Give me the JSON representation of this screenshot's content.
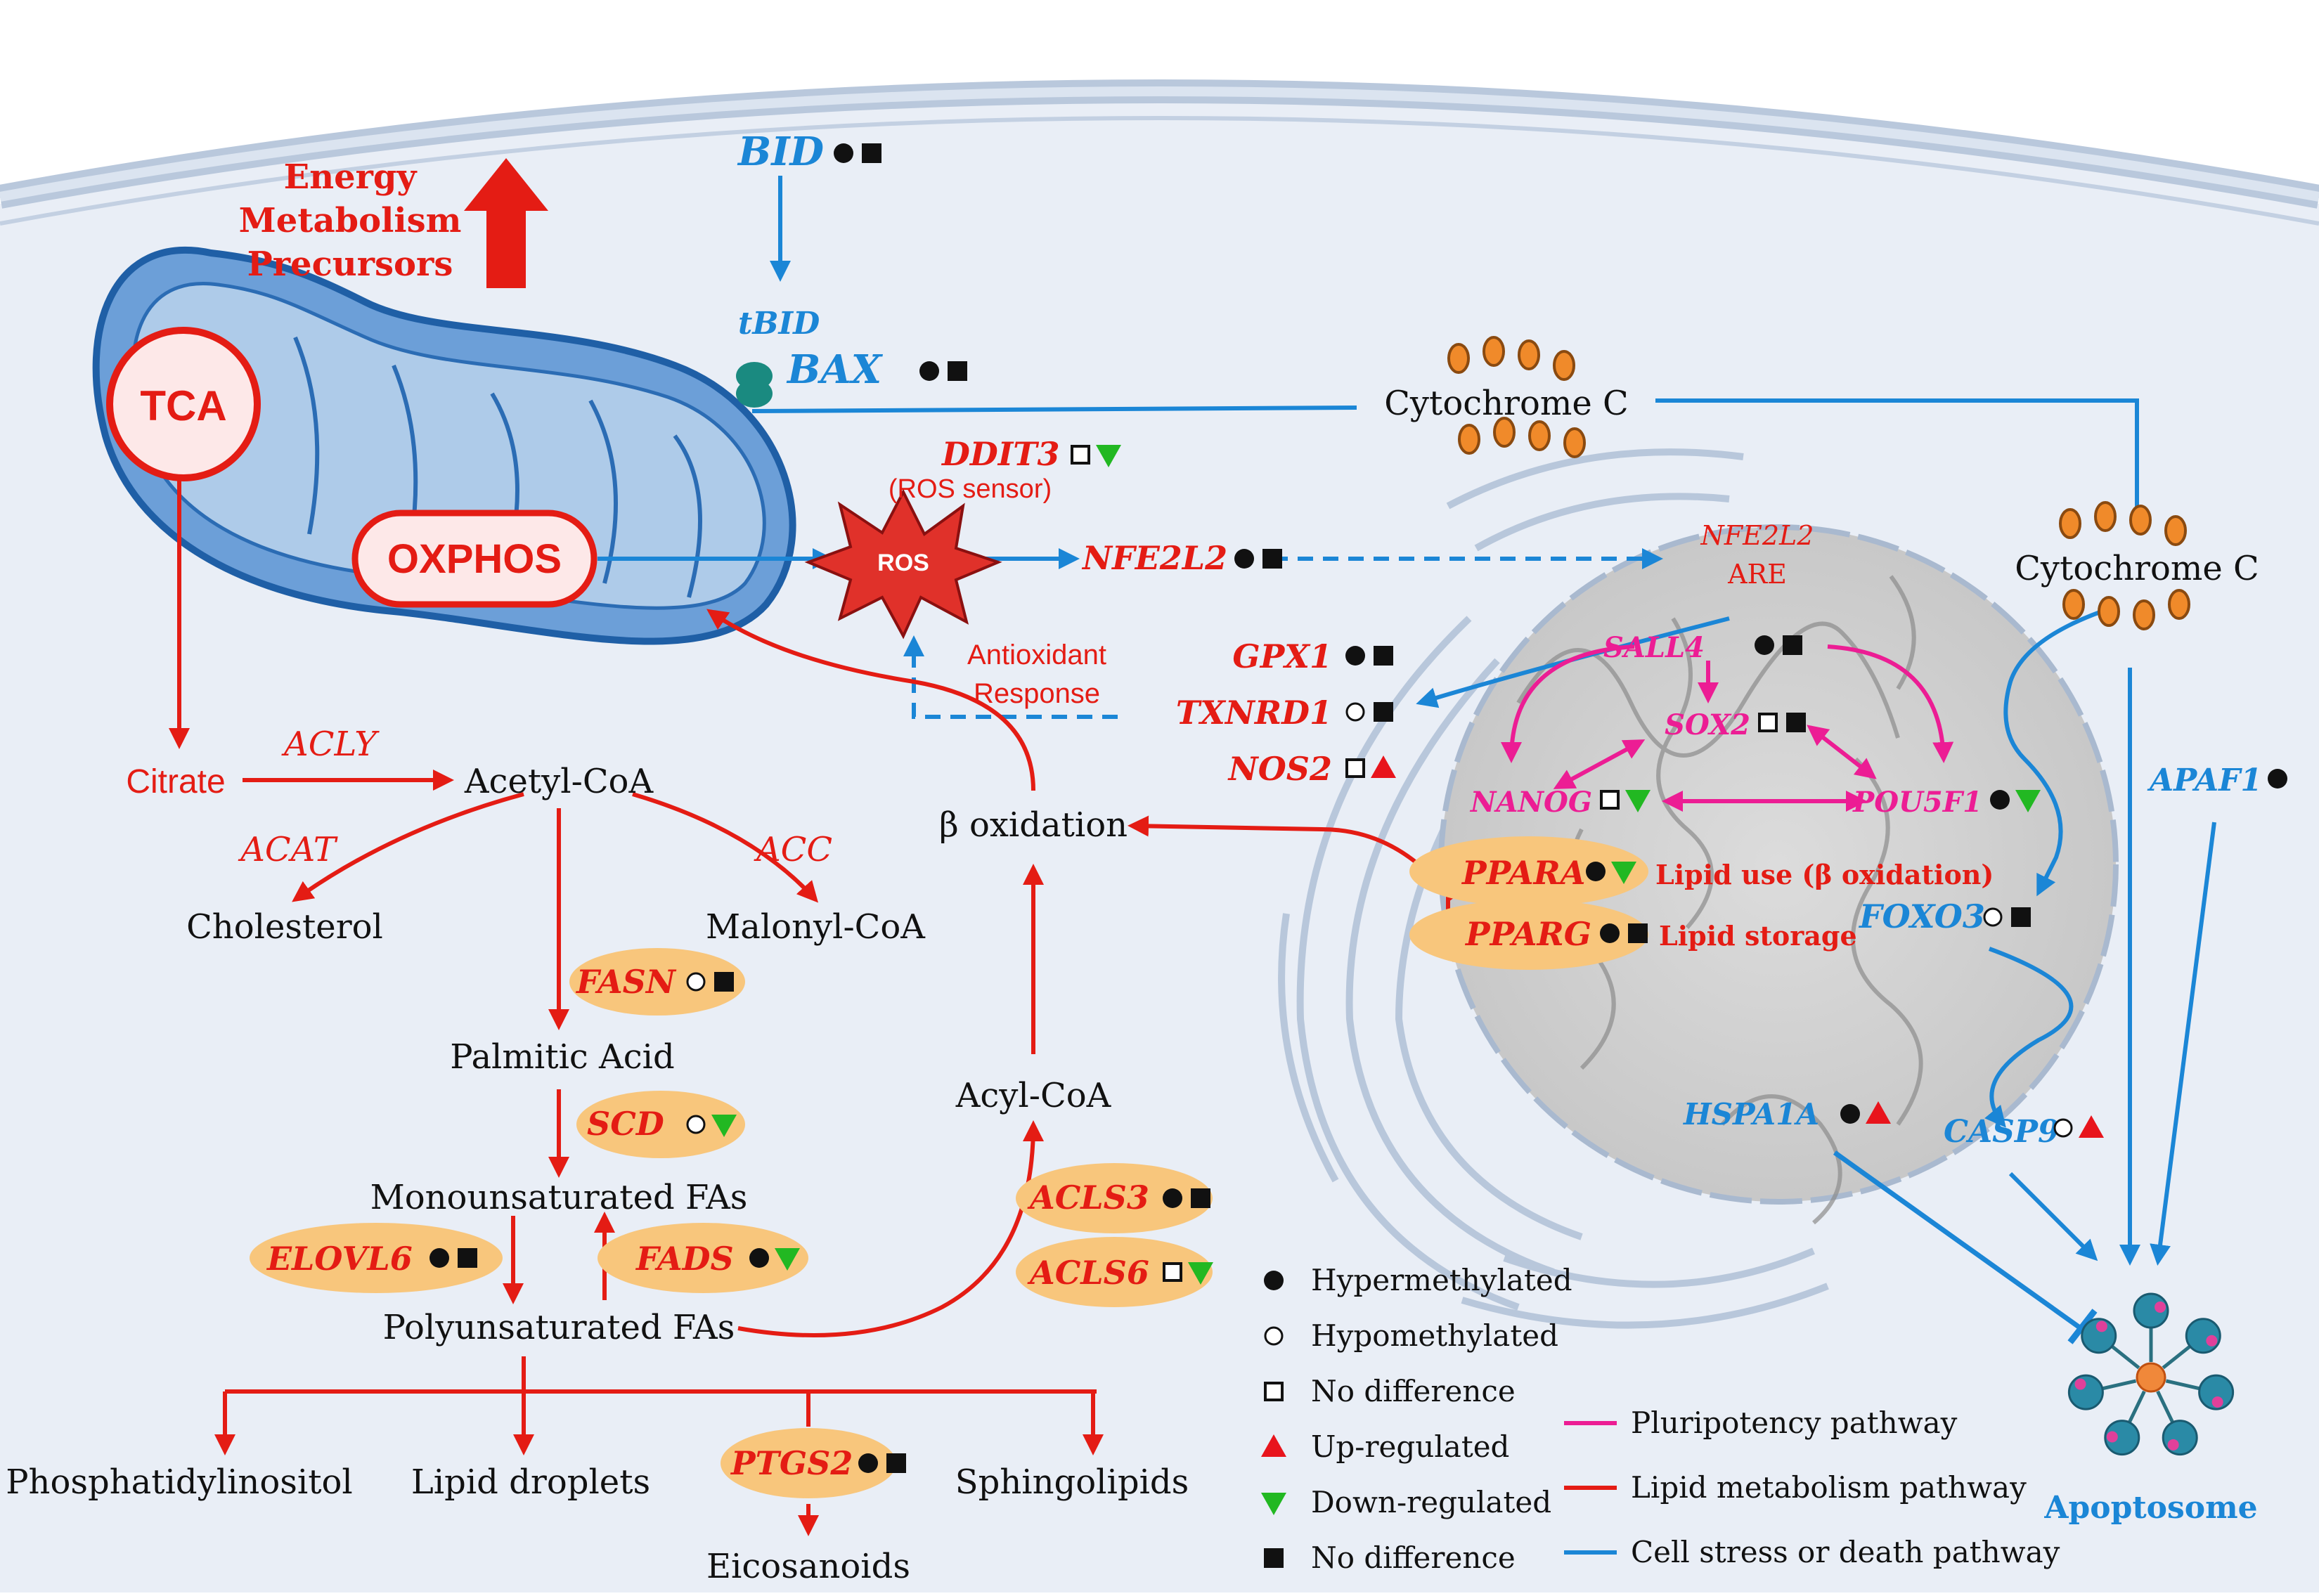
{
  "colors": {
    "lipid": "#e41c14",
    "stress": "#1b86d6",
    "pluripotency": "#ec1d94",
    "mito_fill": "#6c9fd8",
    "mito_edge": "#1f5fa6",
    "nucleus": "#d2d2d2",
    "enzyme_bg": "#f8c67c",
    "text": "#111111"
  },
  "mito": {
    "energy_line1": "Energy",
    "energy_line2": "Metabolism",
    "energy_line3": "Precursors",
    "tca": "TCA",
    "oxphos": "OXPHOS"
  },
  "apoptosis": {
    "bid": "BID",
    "tbid": "tBID",
    "bax": "BAX",
    "cytochrome_c_1": "Cytochrome C",
    "cytochrome_c_2": "Cytochrome C",
    "apaf1": "APAF1",
    "foxo3": "FOXO3",
    "casp9": "CASP9",
    "hspa1a": "HSPA1A",
    "apoptosome": "Apoptosome"
  },
  "ros": {
    "ddit3": "DDIT3",
    "ddit3_note": "(ROS sensor)",
    "ros": "ROS",
    "nfe2l2": "NFE2L2",
    "nfe2l2_nuc": "NFE2L2",
    "are": "ARE",
    "antioxidant_line1": "Antioxidant",
    "antioxidant_line2": "Response",
    "gpx1": "GPX1",
    "txnrd1": "TXNRD1",
    "nos2": "NOS2"
  },
  "pluripotency": {
    "sall4": "SALL4",
    "sox2": "SOX2",
    "nanog": "NANOG",
    "pou5f1": "POU5F1"
  },
  "ppar": {
    "ppara": "PPARA",
    "ppara_role": "Lipid use (β oxidation)",
    "pparg": "PPARG",
    "pparg_role": "Lipid storage"
  },
  "lipid": {
    "citrate": "Citrate",
    "acly": "ACLY",
    "acetyl_coa": "Acetyl-CoA",
    "acat": "ACAT",
    "acc": "ACC",
    "cholesterol": "Cholesterol",
    "malonyl_coa": "Malonyl-CoA",
    "fasn": "FASN",
    "palmitic": "Palmitic Acid",
    "scd": "SCD",
    "mufa": "Monounsaturated FAs",
    "elovl6": "ELOVL6",
    "fads": "FADS",
    "pufa": "Polyunsaturated FAs",
    "beta_ox": "β oxidation",
    "acyl_coa": "Acyl-CoA",
    "acls3": "ACLS3",
    "acls6": "ACLS6",
    "phosphatidylinositol": "Phosphatidylinositol",
    "lipid_droplets": "Lipid droplets",
    "ptgs2": "PTGS2",
    "sphingolipids": "Sphingolipids",
    "eicosanoids": "Eicosanoids"
  },
  "legend": {
    "symbols": [
      {
        "label": "Hypermethylated",
        "icon": "filled-circle"
      },
      {
        "label": "Hypomethylated",
        "icon": "open-circle"
      },
      {
        "label": "No difference",
        "icon": "open-square"
      },
      {
        "label": "Up-regulated",
        "icon": "red-up-triangle"
      },
      {
        "label": "Down-regulated",
        "icon": "green-down-triangle"
      },
      {
        "label": "No difference",
        "icon": "filled-square"
      }
    ],
    "pathways": [
      {
        "label": "Pluripotency pathway",
        "color": "#ec1d94"
      },
      {
        "label": "Lipid metabolism pathway",
        "color": "#e41c14"
      },
      {
        "label": "Cell stress or death pathway",
        "color": "#1b86d6"
      }
    ]
  }
}
